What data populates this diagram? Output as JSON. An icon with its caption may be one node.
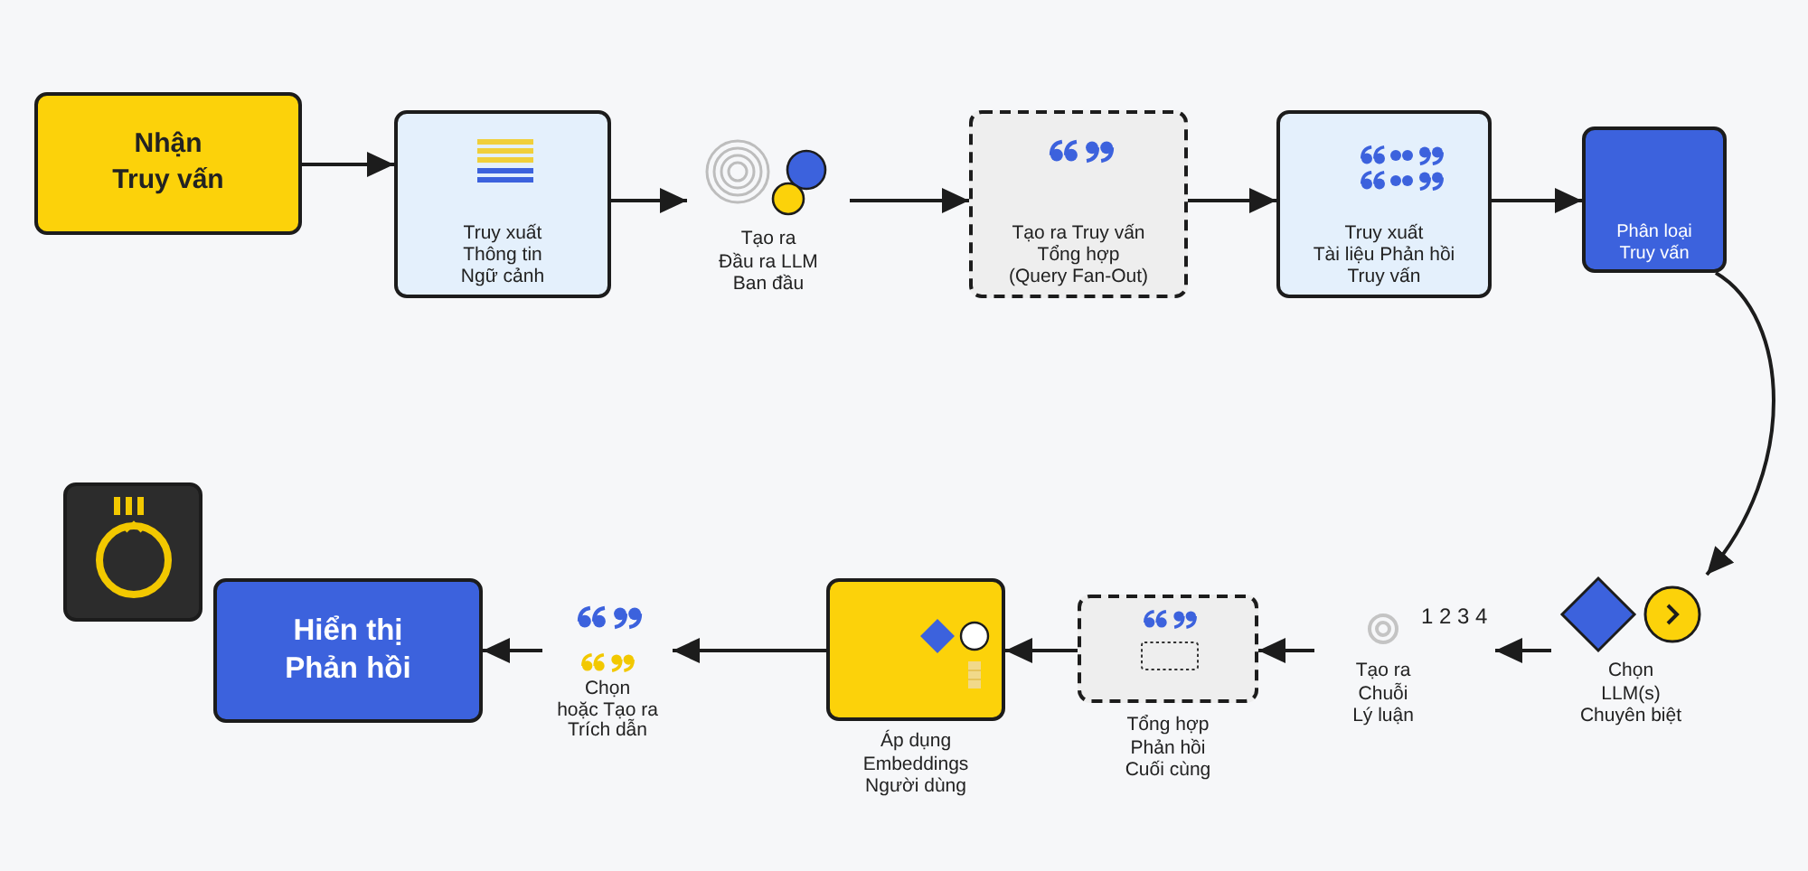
{
  "diagram": {
    "nodes": [
      {
        "text": [
          "Nhận Truy vấn"
        ]
      },
      {
        "text": [
          "Truy xuất Thông tin Ngữ cảnh"
        ]
      },
      {
        "text": [
          "Tạo ra Đầu ra LLM Ban đầu"
        ]
      },
      {
        "text": [
          "Tạo ra Truy vấn Tổng hợp (Query Fan-Out)"
        ]
      },
      {
        "text": [
          "Truy xuất Tài liệu Phản hồi Truy vấn"
        ]
      },
      {
        "text": [
          "Phân loại Truy vấn"
        ]
      },
      {
        "text": [
          "Chọn LLM(s) Chuyên biệt"
        ]
      },
      {
        "text": [
          "Tạo ra Chuỗi Lý luận"
        ],
        "beside": [
          "1 2 3 4"
        ]
      },
      {
        "text": [
          "Tổng hợp Phản hồi Cuối cùng"
        ]
      },
      {
        "text": [
          "Áp dụng Embeddings Người dùng"
        ]
      },
      {
        "text": [
          "Chọn hoặc Tạo ra Trích dẫn"
        ]
      },
      {
        "text": [
          "Hiển thị Phản hồi"
        ]
      },
      {
        "text": [],
        "shape": "box"
      }
    ],
    "edges": [
      {
        "from": 0,
        "to": 1,
        "arrow": "to"
      },
      {
        "from": 1,
        "to": 2,
        "arrow": "to"
      },
      {
        "from": 2,
        "to": 3,
        "arrow": "to"
      },
      {
        "from": 3,
        "to": 4,
        "arrow": "to"
      },
      {
        "from": 4,
        "to": 5,
        "arrow": "to"
      },
      {
        "from": 5,
        "to": 6,
        "arrow": "to"
      },
      {
        "from": 6,
        "to": 7,
        "arrow": "to"
      },
      {
        "from": 7,
        "to": 8,
        "arrow": "to"
      },
      {
        "from": 8,
        "to": 9,
        "arrow": "to"
      },
      {
        "from": 9,
        "to": 10,
        "arrow": "to"
      },
      {
        "from": 10,
        "to": 11,
        "arrow": "to"
      }
    ]
  }
}
